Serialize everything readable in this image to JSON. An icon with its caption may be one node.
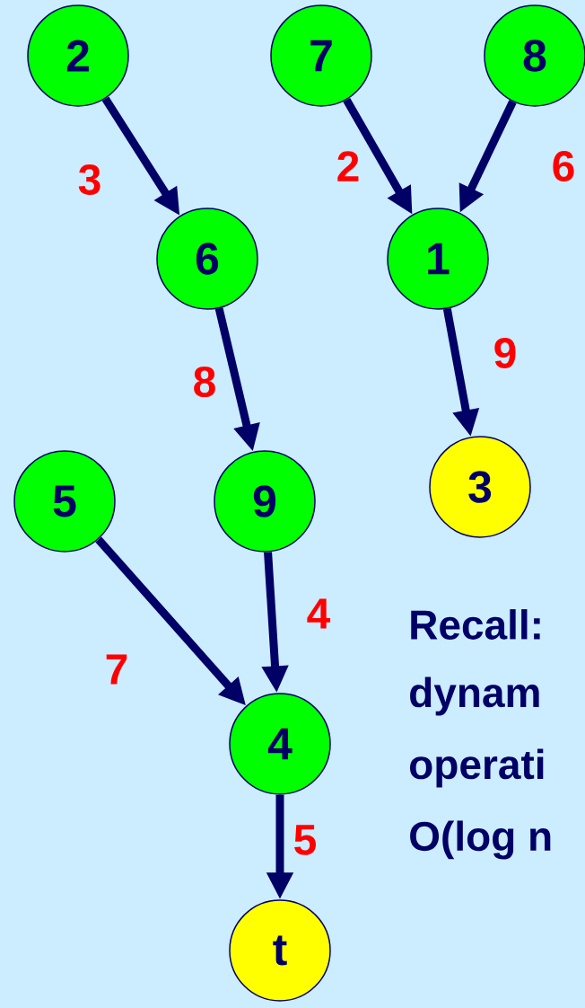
{
  "diagram": {
    "nodes": [
      {
        "text": [
          "2"
        ]
      },
      {
        "text": [
          "7"
        ]
      },
      {
        "text": [
          "8"
        ]
      },
      {
        "text": [
          "6"
        ]
      },
      {
        "text": [
          "1"
        ]
      },
      {
        "text": [
          "9"
        ]
      },
      {
        "text": [
          "3"
        ]
      },
      {
        "text": [
          "5"
        ]
      },
      {
        "text": [
          "4"
        ]
      },
      {
        "text": [
          "t"
        ]
      }
    ],
    "edges": [
      {
        "from": 0,
        "to": 3,
        "arrow": "to",
        "label": "3"
      },
      {
        "from": 1,
        "to": 4,
        "arrow": "to",
        "label": "2"
      },
      {
        "from": 2,
        "to": 4,
        "arrow": "to",
        "label": "6"
      },
      {
        "from": 3,
        "to": 5,
        "arrow": "to",
        "label": "8"
      },
      {
        "from": 4,
        "to": 6,
        "arrow": "to",
        "label": "9"
      },
      {
        "from": 7,
        "to": 8,
        "arrow": "to",
        "label": "7"
      },
      {
        "from": 5,
        "to": 8,
        "arrow": "to",
        "label": "4"
      },
      {
        "from": 8,
        "to": 9,
        "arrow": "to",
        "label": "5"
      }
    ],
    "labels": [
      "Recall:",
      "dynam",
      "operati",
      "O(log n"
    ]
  }
}
